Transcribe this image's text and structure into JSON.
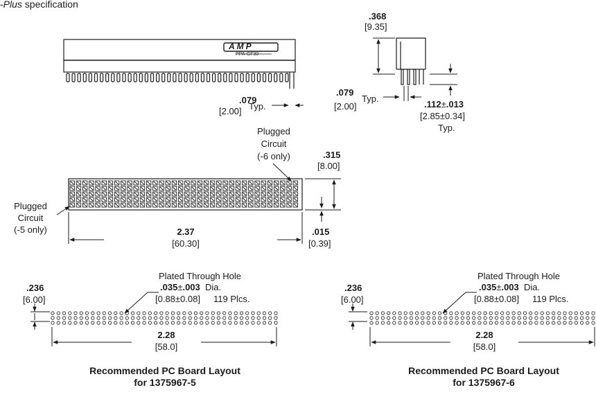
{
  "header": {
    "spec_prefix": "-",
    "spec_italic": "Plus",
    "spec_rest": " specification"
  },
  "logo": {
    "brand": "AMP",
    "part_marking": "PPA-GF30"
  },
  "side_view": {
    "height_in": ".368",
    "height_mm": "[9.35]",
    "pitch_in": ".079",
    "pitch_mm": "[2.00]",
    "pitch_typ": "Typ.",
    "tail_in_a": ".112",
    "tail_in_pm": "±",
    "tail_in_b": ".013",
    "tail_mm": "[2.85±0.34]",
    "tail_typ": "Typ."
  },
  "front_view": {
    "pitch_in": ".079",
    "pitch_mm": "[2.00]",
    "pitch_typ": "Typ."
  },
  "top_view": {
    "plugged_circuit_6_l1": "Plugged",
    "plugged_circuit_6_l2": "Circuit",
    "plugged_circuit_6_l3": "(-6 only)",
    "height_in": ".315",
    "height_mm": "[8.00]",
    "plugged_circuit_5_l1": "Plugged",
    "plugged_circuit_5_l2": "Circuit",
    "plugged_circuit_5_l3": "(-5 only)",
    "length_in": "2.37",
    "length_mm": "[60.30]",
    "offset_in": ".015",
    "offset_mm": "[0.39]"
  },
  "layout_5": {
    "hole_title": "Plated Through Hole",
    "hole_dia_in_a": ".035",
    "hole_dia_pm": "±",
    "hole_dia_in_b": ".003",
    "hole_dia_suffix": "Dia.",
    "hole_dia_mm": "[0.88±0.08]",
    "hole_count": "119 Plcs.",
    "row_spacing_in": ".236",
    "row_spacing_mm": "[6.00]",
    "length_in": "2.28",
    "length_mm": "[58.0]",
    "caption_l1": "Recommended PC Board Layout",
    "caption_l2": "for 1375967-5"
  },
  "layout_6": {
    "hole_title": "Plated Through Hole",
    "hole_dia_in_a": ".035",
    "hole_dia_pm": "±",
    "hole_dia_in_b": ".003",
    "hole_dia_suffix": "Dia.",
    "hole_dia_mm": "[0.88±0.08]",
    "hole_count": "119 Plcs.",
    "row_spacing_in": ".236",
    "row_spacing_mm": "[6.00]",
    "length_in": "2.28",
    "length_mm": "[58.0]",
    "caption_l1": "Recommended PC Board Layout",
    "caption_l2": "for 1375967-6"
  },
  "colors": {
    "ink": "#1a1a1a",
    "paper": "#ffffff"
  }
}
